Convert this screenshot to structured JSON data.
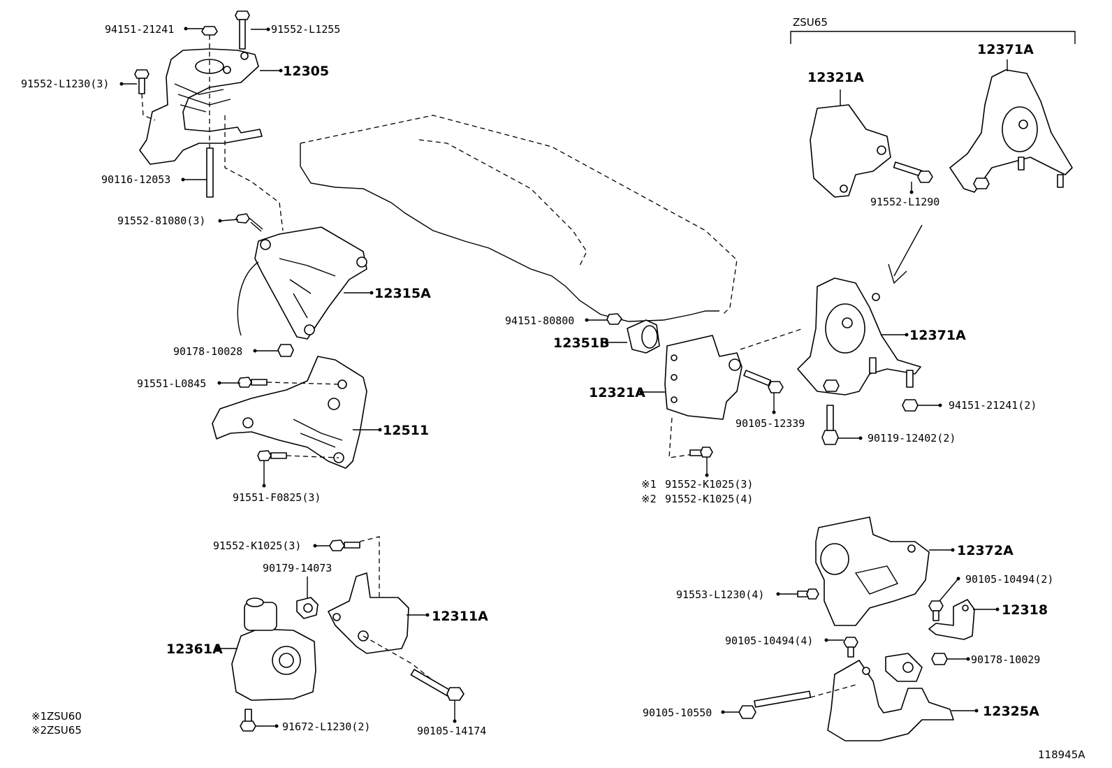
{
  "diagram_id": "118945A",
  "legend": [
    {
      "mark": "※1",
      "model": "ZSU60"
    },
    {
      "mark": "※2",
      "model": "ZSU65"
    }
  ],
  "group_label": "ZSU65",
  "parts": {
    "p94151_21241_top": "94151-21241",
    "p91552_l1255": "91552-L1255",
    "p12305": "12305",
    "p91552_l1230_3": "91552-L1230(3)",
    "p90116_12053": "90116-12053",
    "p91552_81080_3": "91552-81080(3)",
    "p12315a": "12315A",
    "p90178_10028": "90178-10028",
    "p91551_l0845": "91551-L0845",
    "p12511": "12511",
    "p91551_f0825_3": "91551-F0825(3)",
    "p94151_80800": "94151-80800",
    "p12351b": "12351B",
    "p12321a_mid": "12321A",
    "p90105_12339": "90105-12339",
    "p91552_k1025_zsu60": "91552-K1025(3)",
    "p91552_k1025_zsu65": "91552-K1025(4)",
    "p12321a_top": "12321A",
    "p12371a_top": "12371A",
    "p91552_l1290": "91552-L1290",
    "p12371a_mid": "12371A",
    "p94151_21241_2": "94151-21241(2)",
    "p90119_12402_2": "90119-12402(2)",
    "p91552_k1025_3_low": "91552-K1025(3)",
    "p90179_14073": "90179-14073",
    "p12311a": "12311A",
    "p12361a": "12361A",
    "p91672_l1230_2": "91672-L1230(2)",
    "p90105_14174": "90105-14174",
    "p12372a": "12372A",
    "p90105_10494_2": "90105-10494(2)",
    "p91553_l1230_4": "91553-L1230(4)",
    "p12318": "12318",
    "p90105_10494_4": "90105-10494(4)",
    "p90178_10029": "90178-10029",
    "p90105_10550": "90105-10550",
    "p12325a": "12325A"
  }
}
